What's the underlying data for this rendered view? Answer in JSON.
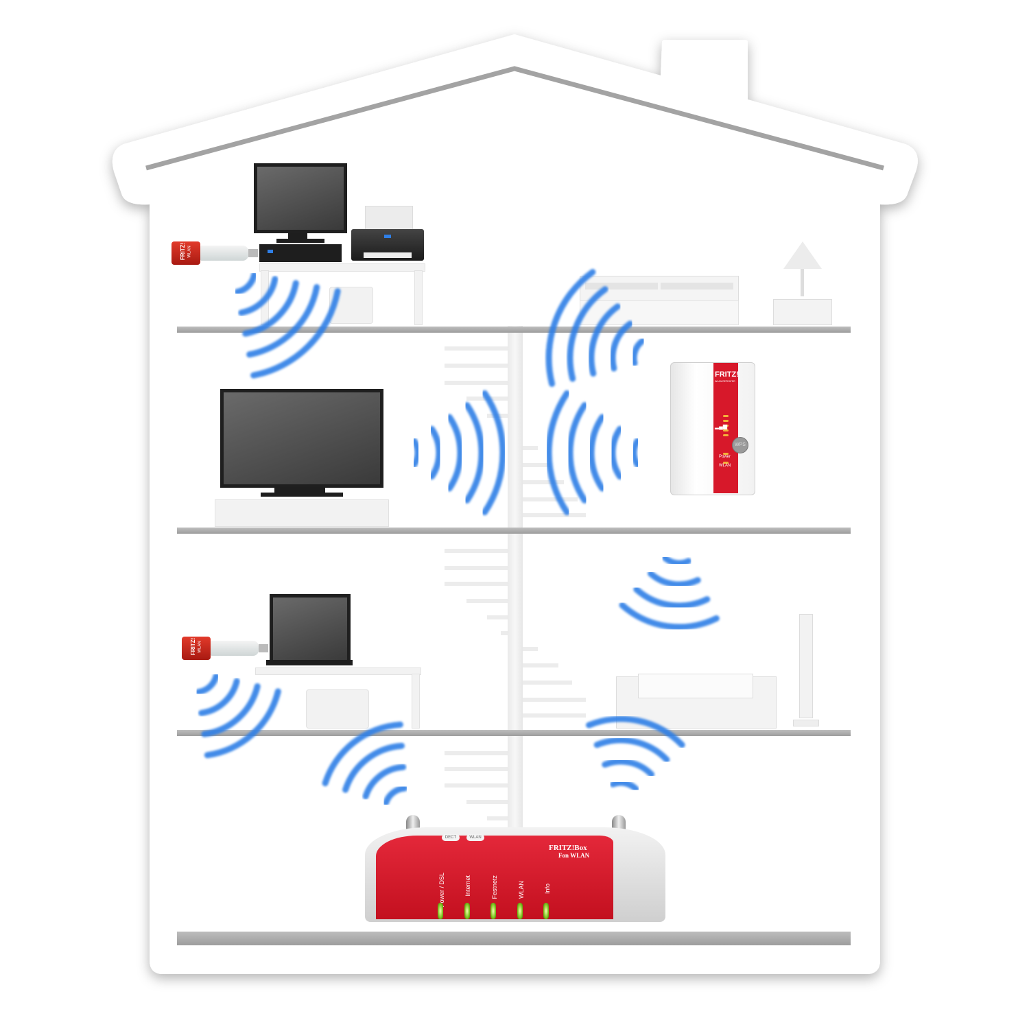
{
  "router": {
    "brand": "FRITZ!Box",
    "model": "Fon WLAN",
    "buttons": [
      "DECT",
      "WLAN"
    ],
    "leds": [
      "Power / DSL",
      "Internet",
      "Festnetz",
      "WLAN",
      "Info"
    ],
    "color": "#d7182a"
  },
  "repeater": {
    "brand": "FRITZ!",
    "model": "WLAN REPEATER",
    "wps": "WPS",
    "leds": [
      "Power",
      "WLAN"
    ],
    "color": "#d7182a"
  },
  "usb_stick": {
    "brand": "FRITZ!",
    "model": "WLAN"
  },
  "wave_color": "#2f7fe6"
}
